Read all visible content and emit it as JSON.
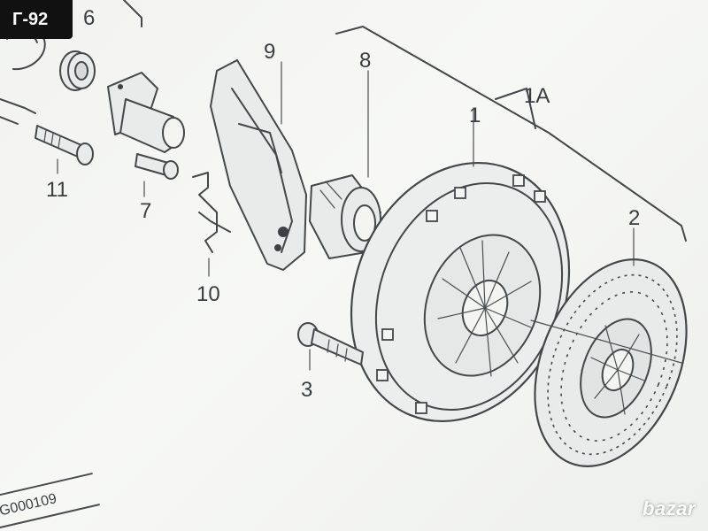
{
  "listing_badge": "Г-92",
  "watermark": "bazar",
  "drawing_code": "G000109",
  "labels": {
    "n1": "1",
    "n1a": "1A",
    "n2": "2",
    "n3": "3",
    "n6": "6",
    "n7": "7",
    "n8": "8",
    "n9": "9",
    "n10": "10",
    "n11": "11"
  },
  "colors": {
    "ink": "#44474a",
    "paper": "#f4f5f3",
    "badge": "#111111"
  }
}
